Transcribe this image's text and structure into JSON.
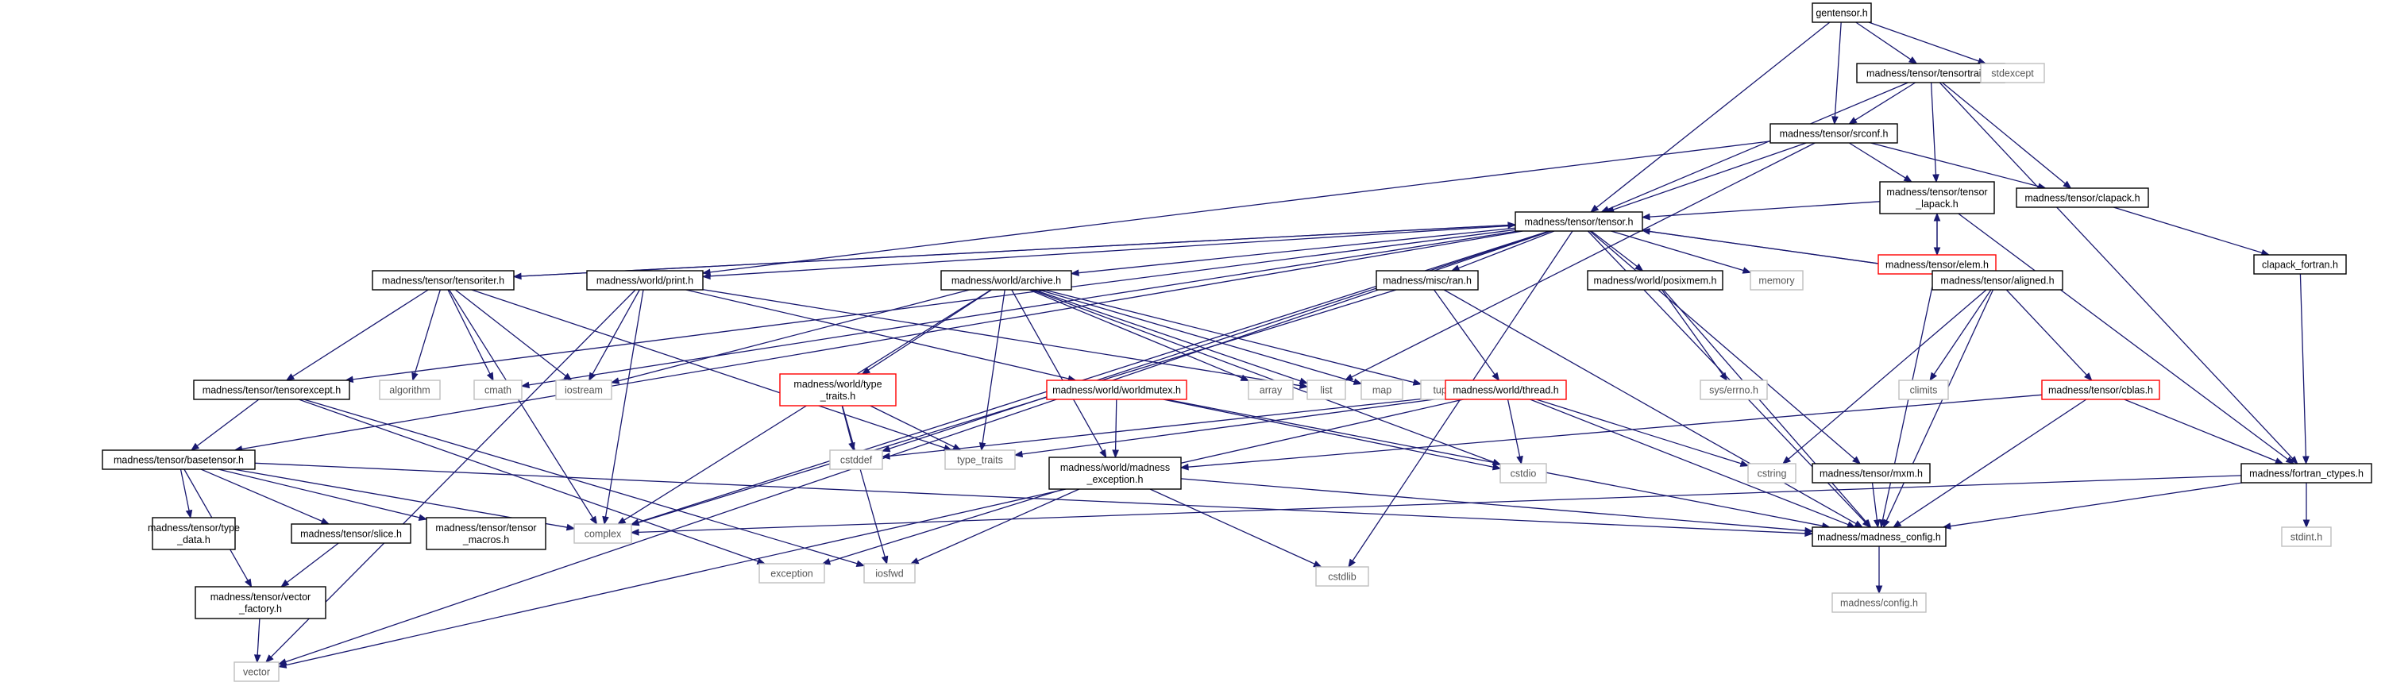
{
  "graph": {
    "colors": {
      "root_fill": "#bfbfbf",
      "documented_border": "#000000",
      "undocumented_border": "#ff0000",
      "external_border": "#bfbfbf",
      "edge": "#191970"
    },
    "nodes": [
      {
        "id": "gentensor",
        "label": [
          "gentensor.h"
        ],
        "kind": "root"
      },
      {
        "id": "tensortrain",
        "label": [
          "madness/tensor/tensortrain.h"
        ],
        "kind": "doc"
      },
      {
        "id": "stdexcept",
        "label": [
          "stdexcept"
        ],
        "kind": "ext"
      },
      {
        "id": "srconf",
        "label": [
          "madness/tensor/srconf.h"
        ],
        "kind": "doc"
      },
      {
        "id": "tensor_lapack",
        "label": [
          "madness/tensor/tensor",
          "_lapack.h"
        ],
        "kind": "doc"
      },
      {
        "id": "clapack",
        "label": [
          "madness/tensor/clapack.h"
        ],
        "kind": "doc"
      },
      {
        "id": "elem",
        "label": [
          "madness/tensor/elem.h"
        ],
        "kind": "red"
      },
      {
        "id": "tensor",
        "label": [
          "madness/tensor/tensor.h"
        ],
        "kind": "doc"
      },
      {
        "id": "clapack_fortran",
        "label": [
          "clapack_fortran.h"
        ],
        "kind": "doc"
      },
      {
        "id": "tensoriter",
        "label": [
          "madness/tensor/tensoriter.h"
        ],
        "kind": "doc"
      },
      {
        "id": "print",
        "label": [
          "madness/world/print.h"
        ],
        "kind": "doc"
      },
      {
        "id": "archive",
        "label": [
          "madness/world/archive.h"
        ],
        "kind": "doc"
      },
      {
        "id": "ran",
        "label": [
          "madness/misc/ran.h"
        ],
        "kind": "doc"
      },
      {
        "id": "posixmem",
        "label": [
          "madness/world/posixmem.h"
        ],
        "kind": "doc"
      },
      {
        "id": "memory",
        "label": [
          "memory"
        ],
        "kind": "ext"
      },
      {
        "id": "aligned",
        "label": [
          "madness/tensor/aligned.h"
        ],
        "kind": "doc"
      },
      {
        "id": "tensorexcept",
        "label": [
          "madness/tensor/tensorexcept.h"
        ],
        "kind": "doc"
      },
      {
        "id": "algorithm",
        "label": [
          "algorithm"
        ],
        "kind": "ext"
      },
      {
        "id": "cmath",
        "label": [
          "cmath"
        ],
        "kind": "ext"
      },
      {
        "id": "iostream",
        "label": [
          "iostream"
        ],
        "kind": "ext"
      },
      {
        "id": "type_traits_h",
        "label": [
          "madness/world/type",
          "_traits.h"
        ],
        "kind": "red"
      },
      {
        "id": "worldmutex",
        "label": [
          "madness/world/worldmutex.h"
        ],
        "kind": "red"
      },
      {
        "id": "array",
        "label": [
          "array"
        ],
        "kind": "ext"
      },
      {
        "id": "list",
        "label": [
          "list"
        ],
        "kind": "ext"
      },
      {
        "id": "map",
        "label": [
          "map"
        ],
        "kind": "ext"
      },
      {
        "id": "tuple",
        "label": [
          "tuple"
        ],
        "kind": "ext"
      },
      {
        "id": "thread",
        "label": [
          "madness/world/thread.h"
        ],
        "kind": "red"
      },
      {
        "id": "sys_errno",
        "label": [
          "sys/errno.h"
        ],
        "kind": "ext"
      },
      {
        "id": "climits",
        "label": [
          "climits"
        ],
        "kind": "ext"
      },
      {
        "id": "cblas",
        "label": [
          "madness/tensor/cblas.h"
        ],
        "kind": "red"
      },
      {
        "id": "basetensor",
        "label": [
          "madness/tensor/basetensor.h"
        ],
        "kind": "doc"
      },
      {
        "id": "cstddef",
        "label": [
          "cstddef"
        ],
        "kind": "ext"
      },
      {
        "id": "type_traits",
        "label": [
          "type_traits"
        ],
        "kind": "ext"
      },
      {
        "id": "madness_exception",
        "label": [
          "madness/world/madness",
          "_exception.h"
        ],
        "kind": "doc"
      },
      {
        "id": "cstdio",
        "label": [
          "cstdio"
        ],
        "kind": "ext"
      },
      {
        "id": "cstring",
        "label": [
          "cstring"
        ],
        "kind": "ext"
      },
      {
        "id": "mxm",
        "label": [
          "madness/tensor/mxm.h"
        ],
        "kind": "doc"
      },
      {
        "id": "fortran_ctypes",
        "label": [
          "madness/fortran_ctypes.h"
        ],
        "kind": "doc"
      },
      {
        "id": "type_data",
        "label": [
          "madness/tensor/type",
          "_data.h"
        ],
        "kind": "doc"
      },
      {
        "id": "slice",
        "label": [
          "madness/tensor/slice.h"
        ],
        "kind": "doc"
      },
      {
        "id": "tensor_macros",
        "label": [
          "madness/tensor/tensor",
          "_macros.h"
        ],
        "kind": "doc"
      },
      {
        "id": "complex",
        "label": [
          "complex"
        ],
        "kind": "ext"
      },
      {
        "id": "exception",
        "label": [
          "exception"
        ],
        "kind": "ext"
      },
      {
        "id": "iosfwd",
        "label": [
          "iosfwd"
        ],
        "kind": "ext"
      },
      {
        "id": "cstdlib",
        "label": [
          "cstdlib"
        ],
        "kind": "ext"
      },
      {
        "id": "madness_config",
        "label": [
          "madness/madness_config.h"
        ],
        "kind": "doc"
      },
      {
        "id": "stdint",
        "label": [
          "stdint.h"
        ],
        "kind": "ext"
      },
      {
        "id": "vector_factory",
        "label": [
          "madness/tensor/vector",
          "_factory.h"
        ],
        "kind": "doc"
      },
      {
        "id": "madness_config_h",
        "label": [
          "madness/config.h"
        ],
        "kind": "ext"
      },
      {
        "id": "vector",
        "label": [
          "vector"
        ],
        "kind": "ext"
      }
    ],
    "edges": [
      [
        "gentensor",
        "tensortrain"
      ],
      [
        "gentensor",
        "stdexcept"
      ],
      [
        "gentensor",
        "srconf"
      ],
      [
        "gentensor",
        "tensor"
      ],
      [
        "tensortrain",
        "srconf"
      ],
      [
        "tensortrain",
        "tensor_lapack"
      ],
      [
        "tensortrain",
        "clapack"
      ],
      [
        "tensortrain",
        "fortran_ctypes"
      ],
      [
        "tensortrain",
        "tensor"
      ],
      [
        "srconf",
        "tensor"
      ],
      [
        "srconf",
        "tensor_lapack"
      ],
      [
        "srconf",
        "clapack"
      ],
      [
        "srconf",
        "print"
      ],
      [
        "srconf",
        "list"
      ],
      [
        "tensor_lapack",
        "tensor"
      ],
      [
        "tensor_lapack",
        "elem"
      ],
      [
        "tensor_lapack",
        "fortran_ctypes"
      ],
      [
        "elem",
        "tensor_lapack"
      ],
      [
        "elem",
        "madness_config"
      ],
      [
        "clapack",
        "clapack_fortran"
      ],
      [
        "clapack_fortran",
        "fortran_ctypes"
      ],
      [
        "tensor",
        "tensoriter"
      ],
      [
        "tensor",
        "print"
      ],
      [
        "tensor",
        "archive"
      ],
      [
        "tensor",
        "ran"
      ],
      [
        "tensor",
        "posixmem"
      ],
      [
        "tensor",
        "memory"
      ],
      [
        "tensor",
        "aligned"
      ],
      [
        "tensor",
        "mxm"
      ],
      [
        "tensor",
        "tensorexcept"
      ],
      [
        "tensor",
        "basetensor"
      ],
      [
        "tensor",
        "vector"
      ],
      [
        "tensor",
        "complex"
      ],
      [
        "tensor",
        "cmath"
      ],
      [
        "tensor",
        "cstddef"
      ],
      [
        "tensor",
        "cstdlib"
      ],
      [
        "tensor",
        "madness_config"
      ],
      [
        "tensoriter",
        "tensor"
      ],
      [
        "tensoriter",
        "tensorexcept"
      ],
      [
        "tensoriter",
        "algorithm"
      ],
      [
        "tensoriter",
        "cmath"
      ],
      [
        "tensoriter",
        "iostream"
      ],
      [
        "tensoriter",
        "complex"
      ],
      [
        "tensoriter",
        "type_traits"
      ],
      [
        "print",
        "iostream"
      ],
      [
        "print",
        "complex"
      ],
      [
        "print",
        "list"
      ],
      [
        "print",
        "worldmutex"
      ],
      [
        "print",
        "vector"
      ],
      [
        "archive",
        "type_traits_h"
      ],
      [
        "archive",
        "madness_exception"
      ],
      [
        "archive",
        "iostream"
      ],
      [
        "archive",
        "complex"
      ],
      [
        "archive",
        "array"
      ],
      [
        "archive",
        "list"
      ],
      [
        "archive",
        "map"
      ],
      [
        "archive",
        "tuple"
      ],
      [
        "archive",
        "type_traits"
      ],
      [
        "archive",
        "cstdio"
      ],
      [
        "ran",
        "thread"
      ],
      [
        "ran",
        "complex"
      ],
      [
        "ran",
        "madness_config"
      ],
      [
        "posixmem",
        "sys_errno"
      ],
      [
        "posixmem",
        "madness_config"
      ],
      [
        "aligned",
        "tensor"
      ],
      [
        "aligned",
        "climits"
      ],
      [
        "aligned",
        "cblas"
      ],
      [
        "aligned",
        "cstring"
      ],
      [
        "aligned",
        "madness_config"
      ],
      [
        "tensorexcept",
        "basetensor"
      ],
      [
        "tensorexcept",
        "exception"
      ],
      [
        "tensorexcept",
        "iosfwd"
      ],
      [
        "type_traits_h",
        "cstddef"
      ],
      [
        "type_traits_h",
        "type_traits"
      ],
      [
        "type_traits_h",
        "iosfwd"
      ],
      [
        "worldmutex",
        "madness_exception"
      ],
      [
        "worldmutex",
        "cstdio"
      ],
      [
        "worldmutex",
        "madness_config"
      ],
      [
        "thread",
        "cstddef"
      ],
      [
        "thread",
        "type_traits"
      ],
      [
        "thread",
        "cstdio"
      ],
      [
        "thread",
        "cstring"
      ],
      [
        "thread",
        "vector"
      ],
      [
        "thread",
        "madness_config"
      ],
      [
        "cblas",
        "fortran_ctypes"
      ],
      [
        "cblas",
        "madness_exception"
      ],
      [
        "cblas",
        "madness_config"
      ],
      [
        "basetensor",
        "type_data"
      ],
      [
        "basetensor",
        "slice"
      ],
      [
        "basetensor",
        "tensor_macros"
      ],
      [
        "basetensor",
        "complex"
      ],
      [
        "basetensor",
        "vector_factory"
      ],
      [
        "basetensor",
        "madness_config"
      ],
      [
        "madness_exception",
        "exception"
      ],
      [
        "madness_exception",
        "iosfwd"
      ],
      [
        "madness_exception",
        "cstdlib"
      ],
      [
        "madness_exception",
        "madness_config"
      ],
      [
        "mxm",
        "madness_config"
      ],
      [
        "fortran_ctypes",
        "complex"
      ],
      [
        "fortran_ctypes",
        "stdint"
      ],
      [
        "fortran_ctypes",
        "madness_config"
      ],
      [
        "slice",
        "vector_factory"
      ],
      [
        "vector_factory",
        "vector"
      ],
      [
        "madness_config",
        "madness_config_h"
      ]
    ]
  }
}
